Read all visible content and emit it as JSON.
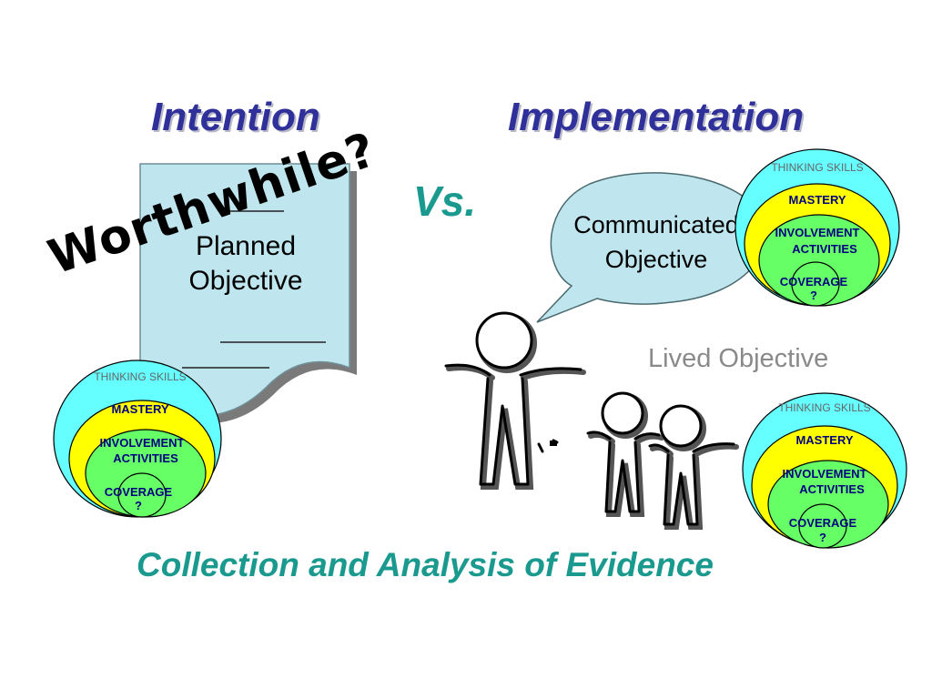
{
  "headings": {
    "intention": "Intention",
    "implementation": "Implementation",
    "vs": "Vs."
  },
  "document": {
    "line1": "Planned",
    "line2": "Objective"
  },
  "stamp": "Worthwhile?",
  "speech_bubble": {
    "line1": "Communicated",
    "line2": "Objective"
  },
  "lived_objective": "Lived Objective",
  "footer": "Collection and Analysis of Evidence",
  "target_diagram": {
    "outer": "THINKING SKILLS",
    "second": "MASTERY",
    "third_line1": "INVOLVEMENT",
    "third_line2": "ACTIVITIES",
    "inner": "COVERAGE",
    "inner_mark": "?"
  },
  "colors": {
    "heading": "#30309a",
    "accent_teal": "#1a9a8e",
    "ring_outer": "#66ffff",
    "ring_mastery": "#ffff00",
    "ring_involvement": "#66ff66",
    "paper": "#bfe6ee",
    "bubble": "#bfe6ee"
  }
}
